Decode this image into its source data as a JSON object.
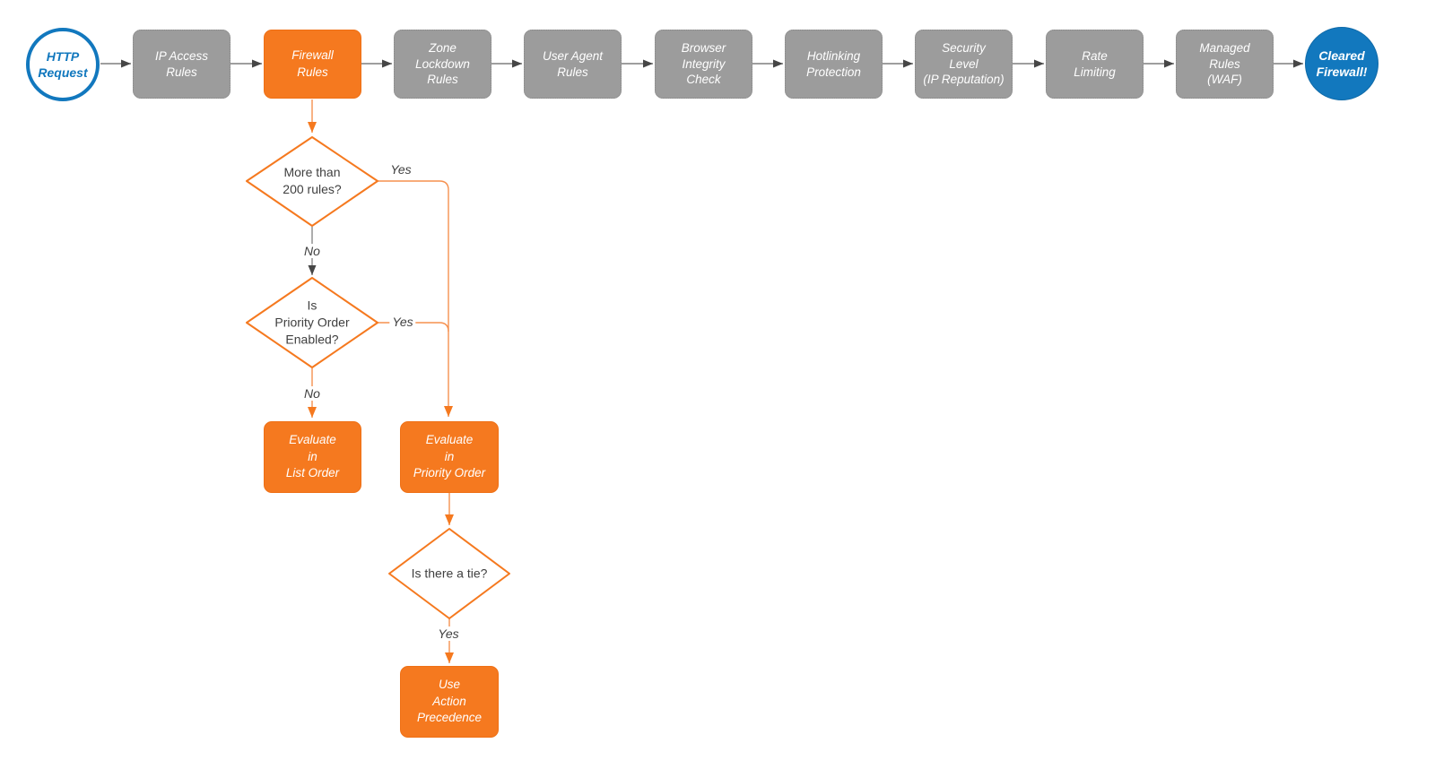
{
  "colors": {
    "accent_orange": "#f5791f",
    "orange_line": "#f6914f",
    "gray_box": "#9c9c9c",
    "gray_line": "#7f7f7f",
    "gray_arrowhead": "#464646",
    "brand_blue": "#1278be",
    "text_dark": "#3f3f3f"
  },
  "pipeline": {
    "start": {
      "label": "HTTP\nRequest"
    },
    "steps": [
      {
        "label": "IP Access\nRules"
      },
      {
        "label": "Firewall\nRules"
      },
      {
        "label": "Zone\nLockdown\nRules"
      },
      {
        "label": "User Agent\nRules"
      },
      {
        "label": "Browser\nIntegrity\nCheck"
      },
      {
        "label": "Hotlinking\nProtection"
      },
      {
        "label": "Security\nLevel\n(IP Reputation)"
      },
      {
        "label": "Rate\nLimiting"
      },
      {
        "label": "Managed\nRules\n(WAF)"
      }
    ],
    "end": {
      "label": "Cleared\nFirewall!"
    }
  },
  "decisions": {
    "rule_count": {
      "question": "More than\n200 rules?",
      "yes_label": "Yes",
      "no_label": "No"
    },
    "priority_order": {
      "question": "Is\nPriority Order\nEnabled?",
      "yes_label": "Yes",
      "no_label": "No"
    },
    "tie": {
      "question": "Is there a tie?",
      "yes_label": "Yes"
    }
  },
  "actions": {
    "list_order": {
      "label": "Evaluate\nin\nList Order"
    },
    "priority_order": {
      "label": "Evaluate\nin\nPriority Order"
    },
    "action_precedence": {
      "label": "Use\nAction\nPrecedence"
    }
  }
}
